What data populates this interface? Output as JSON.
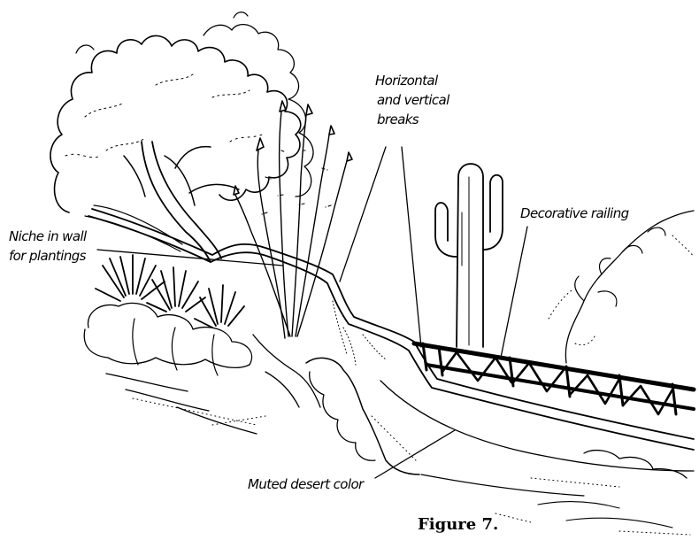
{
  "diagram": {
    "labels": {
      "horizontal_breaks": "Horizontal",
      "horizontal_breaks_2": "and vertical",
      "horizontal_breaks_3": "breaks",
      "niche": "Niche in wall",
      "niche_2": "for plantings",
      "railing": "Decorative railing",
      "desert_color": "Muted desert color"
    },
    "caption": "Figure 7."
  }
}
